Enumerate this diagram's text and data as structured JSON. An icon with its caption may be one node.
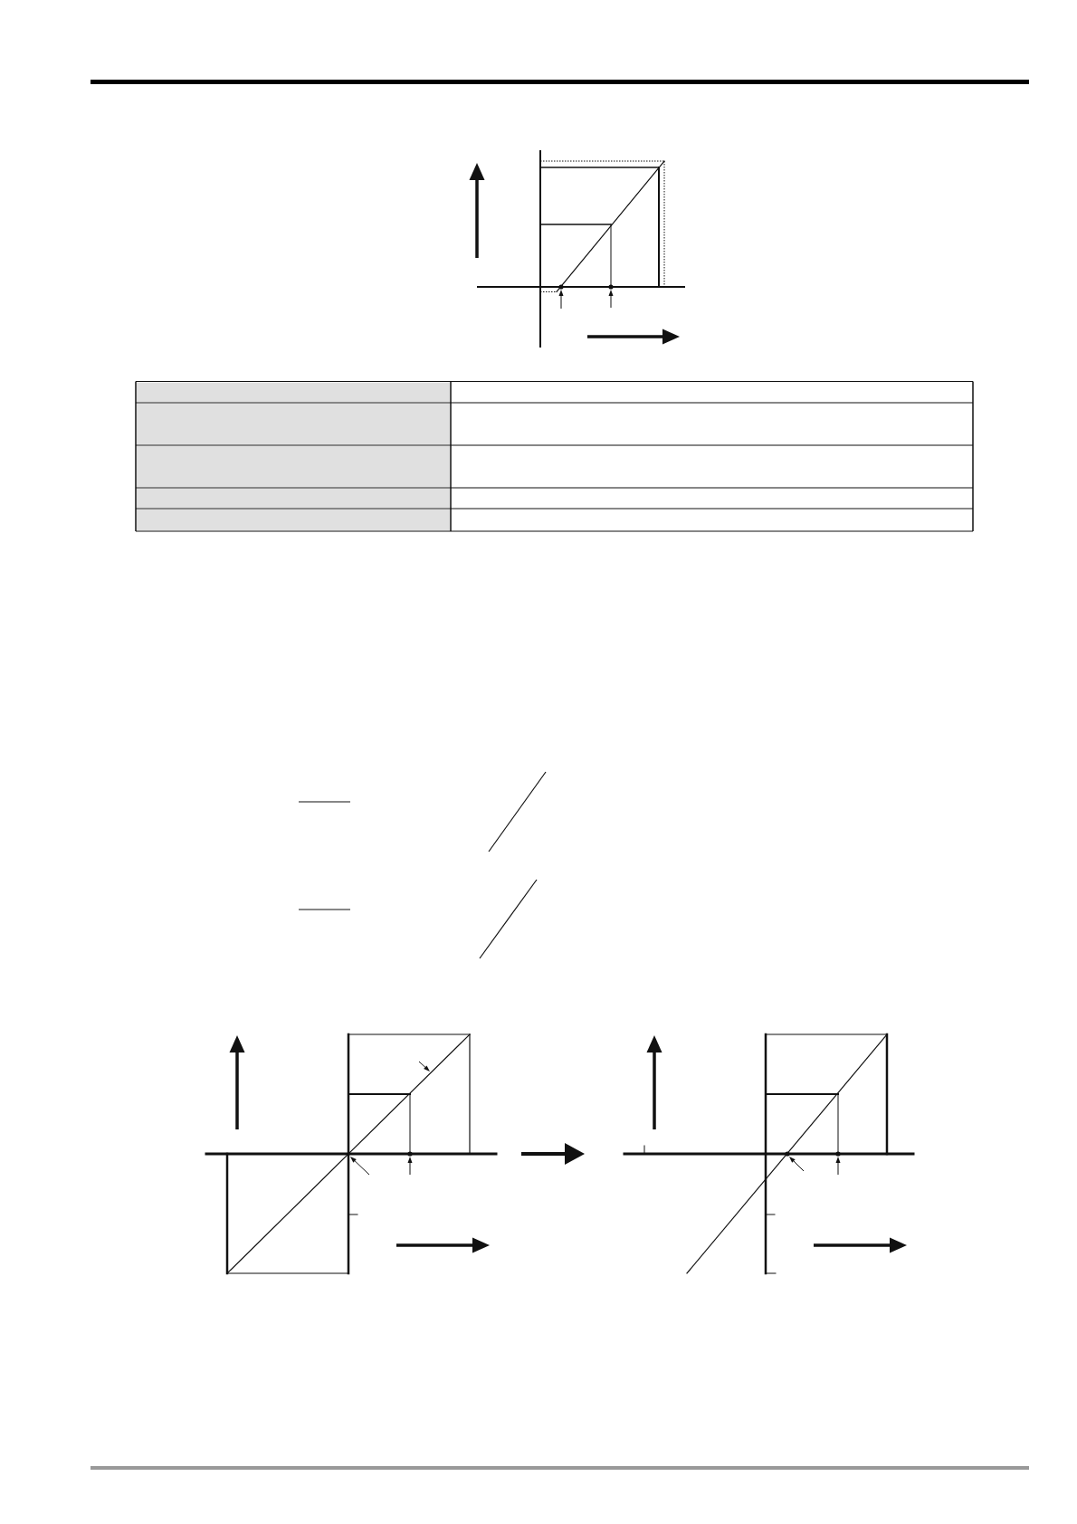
{
  "diagram": {
    "nodes": [
      {
        "text": [],
        "shape": "picture"
      },
      {
        "text": [],
        "shape": "picture"
      },
      {
        "text": [],
        "shape": "picture"
      }
    ],
    "edges": [
      {
        "from": 1,
        "to": 2,
        "arrow": "to"
      }
    ]
  }
}
